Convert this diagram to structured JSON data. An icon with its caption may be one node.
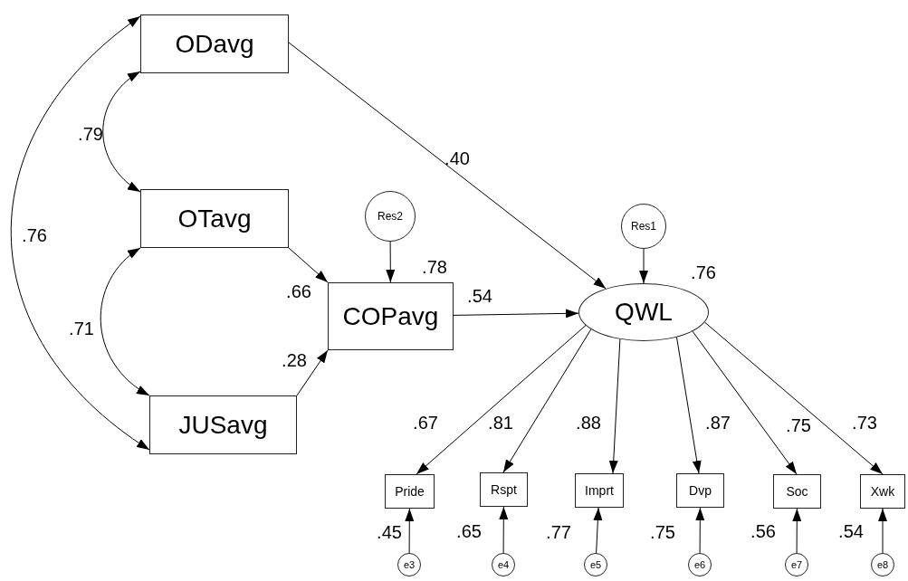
{
  "diagram": {
    "nodes": [
      {
        "text": [
          "ODavg"
        ]
      },
      {
        "text": [
          "OTavg"
        ]
      },
      {
        "text": [
          "JUSavg"
        ]
      },
      {
        "text": [
          "Res2"
        ]
      },
      {
        "text": [
          "COPavg"
        ],
        "beside": [
          ".78"
        ]
      },
      {
        "text": [
          "Res1"
        ]
      },
      {
        "text": [
          "QWL"
        ],
        "beside": [
          ".76"
        ]
      },
      {
        "text": [
          "Pride"
        ],
        "beside": [
          ".45"
        ]
      },
      {
        "text": [
          "Rspt"
        ],
        "beside": [
          ".65"
        ]
      },
      {
        "text": [
          "Imprt"
        ],
        "beside": [
          ".77"
        ]
      },
      {
        "text": [
          "Dvp"
        ],
        "beside": [
          ".75"
        ]
      },
      {
        "text": [
          "Soc"
        ],
        "beside": [
          ".56"
        ]
      },
      {
        "text": [
          "Xwk"
        ],
        "beside": [
          ".54"
        ]
      },
      {
        "text": [
          "e3"
        ]
      },
      {
        "text": [
          "e4"
        ]
      },
      {
        "text": [
          "e5"
        ]
      },
      {
        "text": [
          "e6"
        ]
      },
      {
        "text": [
          "e7"
        ]
      },
      {
        "text": [
          "e8"
        ]
      }
    ],
    "edges": [
      {
        "from": 0,
        "to": 1,
        "arrow": "both",
        "label": ".79"
      },
      {
        "from": 1,
        "to": 2,
        "arrow": "both",
        "label": ".71"
      },
      {
        "from": 0,
        "to": 2,
        "arrow": "both",
        "label": ".76"
      },
      {
        "from": 1,
        "to": 4,
        "arrow": "to",
        "label": ".66"
      },
      {
        "from": 2,
        "to": 4,
        "arrow": "to",
        "label": ".28"
      },
      {
        "from": 3,
        "to": 4,
        "arrow": "to"
      },
      {
        "from": 0,
        "to": 6,
        "arrow": "to",
        "label": ".40"
      },
      {
        "from": 4,
        "to": 6,
        "arrow": "to",
        "label": ".54"
      },
      {
        "from": 5,
        "to": 6,
        "arrow": "to"
      },
      {
        "from": 6,
        "to": 7,
        "arrow": "to",
        "label": ".67"
      },
      {
        "from": 6,
        "to": 8,
        "arrow": "to",
        "label": ".81"
      },
      {
        "from": 6,
        "to": 9,
        "arrow": "to",
        "label": ".88"
      },
      {
        "from": 6,
        "to": 10,
        "arrow": "to",
        "label": ".87"
      },
      {
        "from": 6,
        "to": 11,
        "arrow": "to",
        "label": ".75"
      },
      {
        "from": 6,
        "to": 12,
        "arrow": "to",
        "label": ".73"
      },
      {
        "from": 13,
        "to": 7,
        "arrow": "to"
      },
      {
        "from": 14,
        "to": 8,
        "arrow": "to"
      },
      {
        "from": 15,
        "to": 9,
        "arrow": "to"
      },
      {
        "from": 16,
        "to": 10,
        "arrow": "to"
      },
      {
        "from": 17,
        "to": 11,
        "arrow": "to"
      },
      {
        "from": 18,
        "to": 12,
        "arrow": "to"
      }
    ]
  }
}
